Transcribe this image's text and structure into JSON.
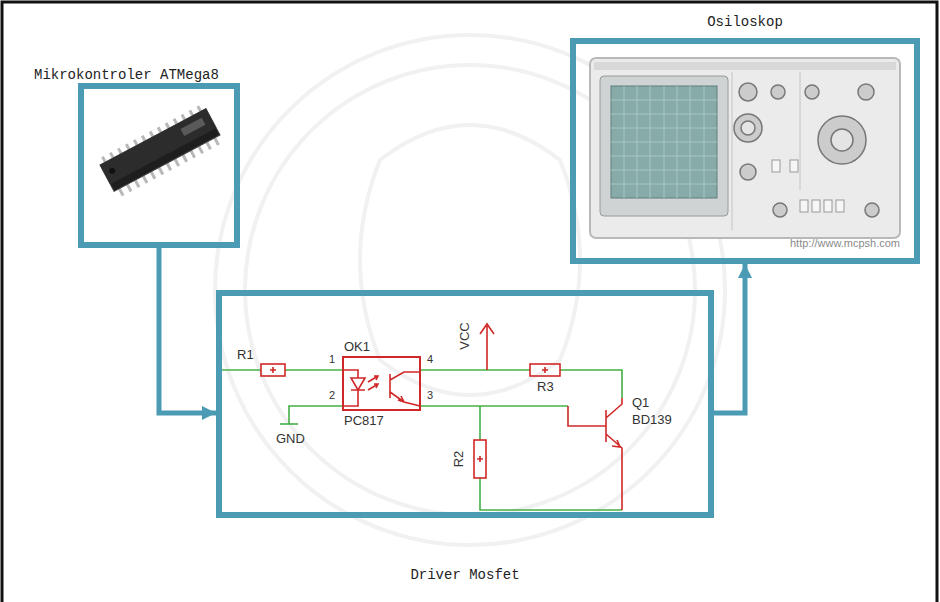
{
  "diagram": {
    "nodes": [
      {
        "text": [
          "Mikrokontroler ATMega8"
        ]
      },
      {
        "text": [
          "Osiloskop"
        ]
      },
      {
        "text": [
          "Driver Mosfet"
        ]
      }
    ],
    "edges": [
      {
        "from": 0,
        "to": 2,
        "arrow": "to"
      },
      {
        "from": 2,
        "to": 1,
        "arrow": "to"
      }
    ],
    "labels": [
      "R1",
      "OK1",
      "1",
      "2",
      "4",
      "3",
      "VCC",
      "PC817",
      "R3",
      "Q1",
      "BD139",
      "GND",
      "R2",
      "http://www.mcpsh.com"
    ]
  }
}
